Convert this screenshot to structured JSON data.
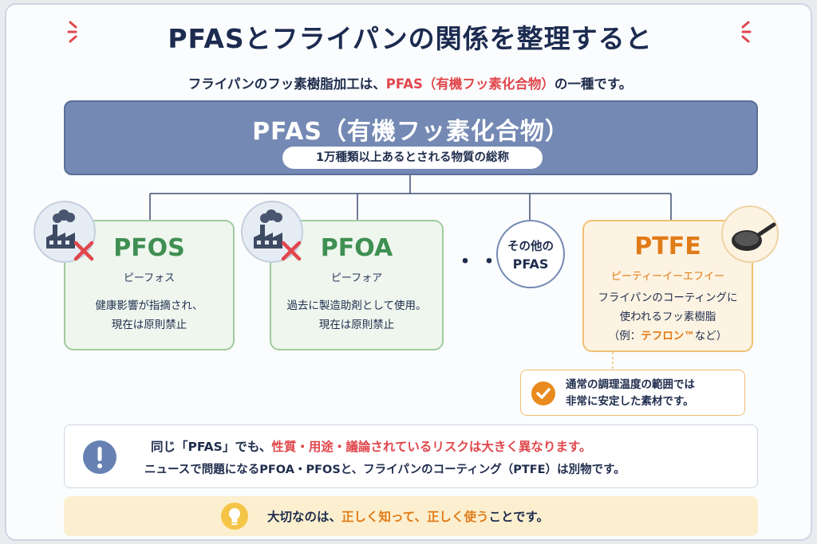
{
  "title": "PFASとフライパンの関係を整理すると",
  "subtitle": {
    "prefix": "フライパンのフッ素樹脂加工は、",
    "highlight": "PFAS（有機フッ素化合物）",
    "suffix": "の一種です。"
  },
  "pfas": {
    "title": "PFAS（有機フッ素化合物）",
    "description": "1万種類以上あるとされる物質の総称"
  },
  "cards": [
    {
      "name": "PFOS",
      "reading": "ピーフォス",
      "desc_line1": "健康影響が指摘され、",
      "desc_line2": "現在は原則禁止"
    },
    {
      "name": "PFOA",
      "reading": "ピーフォア",
      "desc_line1": "過去に製造助剤として使用。",
      "desc_line2": "現在は原則禁止"
    }
  ],
  "ellipsis": "・・・",
  "other": {
    "line1": "その他の",
    "line2": "PFAS"
  },
  "ptfe": {
    "name": "PTFE",
    "reading": "ピーティーイーエフイー",
    "desc_line1": "フライパンのコーティングに",
    "desc_line2": "使われるフッ素樹脂",
    "example_prefix": "（例：",
    "example_brand": "テフロン™",
    "example_suffix": "など）"
  },
  "stable": {
    "line1": "通常の調理温度の範囲では",
    "line2": "非常に安定した素材です。"
  },
  "notice": {
    "line1_prefix": "同じ「PFAS」でも、",
    "line1_highlight": "性質・用途・議論されているリスクは大きく異なります。",
    "line2": "ニュースで問題になるPFOA・PFOSと、フライパンのコーティング（PTFE）は別物です。"
  },
  "tip": {
    "prefix": "大切なのは、",
    "highlight": "正しく知って、正しく使う",
    "suffix": "ことです。"
  },
  "icons": {
    "factory": "factory-icon",
    "prohibited": "cross-mark-icon",
    "pan": "frying-pan-icon",
    "check": "check-icon",
    "alert": "exclamation-icon",
    "bulb": "lightbulb-icon"
  },
  "colors": {
    "navy": "#1c2b50",
    "pfas_box": "#7489b4",
    "green": "#3f8f52",
    "orange": "#e07b17",
    "red": "#e0474c"
  }
}
